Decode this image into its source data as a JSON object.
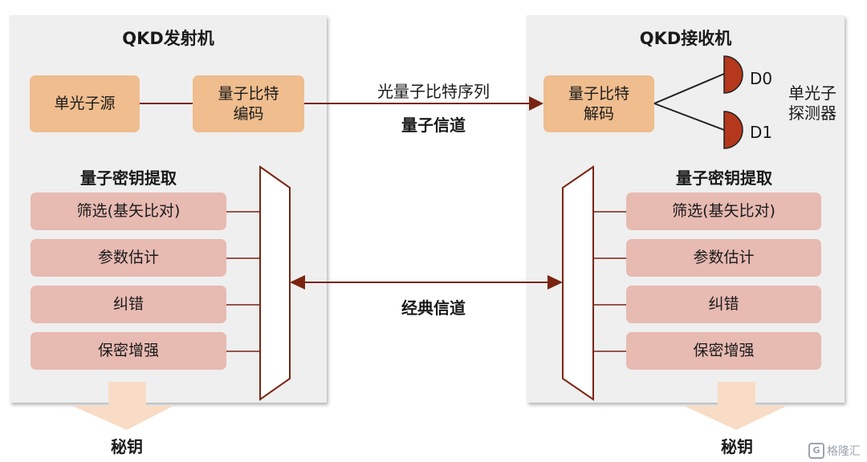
{
  "transmitter": {
    "title": "QKD发射机",
    "source": "单光子源",
    "encoder": "量子比特\n编码",
    "extraction_title": "量子密钥提取",
    "steps": [
      "筛选(基矢比对)",
      "参数估计",
      "纠错",
      "保密增强"
    ],
    "output": "秘钥"
  },
  "receiver": {
    "title": "QKD接收机",
    "decoder": "量子比特\n解码",
    "detector_d0": "D0",
    "detector_d1": "D1",
    "detector_label": "单光子\n探测器",
    "extraction_title": "量子密钥提取",
    "steps": [
      "筛选(基矢比对)",
      "参数估计",
      "纠错",
      "保密增强"
    ],
    "output": "秘钥"
  },
  "channels": {
    "photon_sequence": "光量子比特序列",
    "quantum_channel": "量子信道",
    "classical_channel": "经典信道"
  },
  "watermark": {
    "logo": "G",
    "text": "格隆汇"
  },
  "colors": {
    "orange_box": "#efbd8e",
    "pink_box": "#e7bab2",
    "line": "#7a2410",
    "detector": "#b5371c",
    "arrow_fill": "#f8dcc6"
  }
}
